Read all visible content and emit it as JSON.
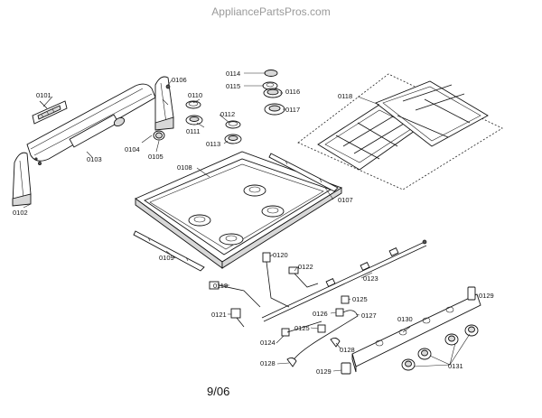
{
  "watermark": "AppliancePartsPros.com",
  "version_date": "9/06",
  "parts": {
    "p0101": "0101",
    "p0102": "0102",
    "p0103": "0103",
    "p0104": "0104",
    "p0105": "0105",
    "p0106": "0106",
    "p0107": "0107",
    "p0108": "0108",
    "p0109": "0109",
    "p0110": "0110",
    "p0111": "0111",
    "p0112": "0112",
    "p0113": "0113",
    "p0114": "0114",
    "p0115": "0115",
    "p0116": "0116",
    "p0117": "0117",
    "p0118": "0118",
    "p0119": "0119",
    "p0120": "0120",
    "p0121": "0121",
    "p0122": "0122",
    "p0123": "0123",
    "p0124": "0124",
    "p0125a": "0125",
    "p0125b": "0125",
    "p0126": "0126",
    "p0127": "0127",
    "p0128a": "0128",
    "p0128b": "0128",
    "p0129a": "0129",
    "p0129b": "0129",
    "p0130": "0130",
    "p0131": "0131"
  }
}
